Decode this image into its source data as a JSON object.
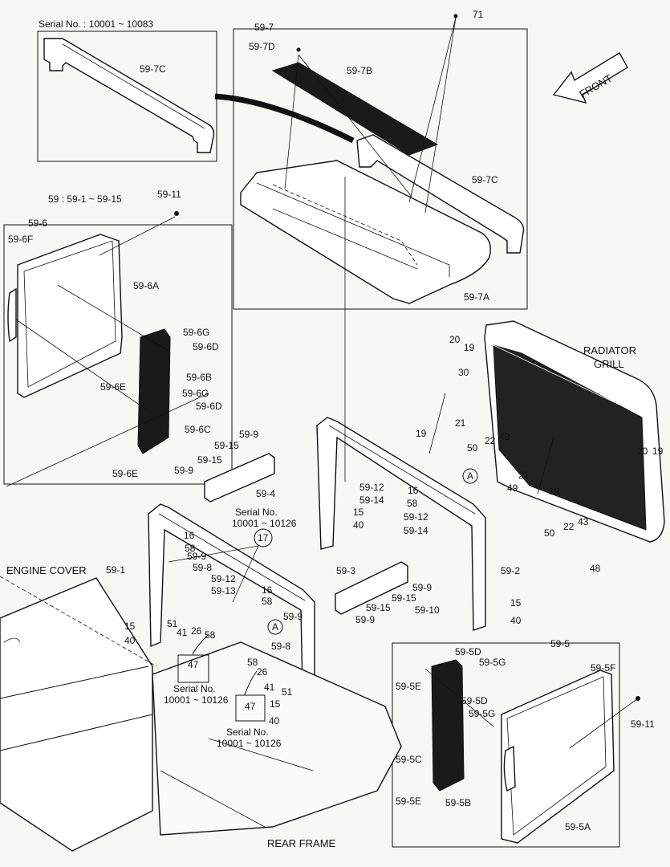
{
  "serial_top": "Serial No. : 10001 ~ 10083",
  "group_note": "59 : 59-1 ~ 59-15",
  "titles": {
    "radiator_grill_1": "RADIATOR",
    "radiator_grill_2": "GRILL",
    "front": "FRONT",
    "engine_cover": "ENGINE COVER",
    "rear_frame": "REAR FRAME"
  },
  "serial_notes": {
    "a_1": "Serial No.",
    "a_2": "10001 ~ 10126",
    "b_1": "Serial No.",
    "b_2": "10001 ~ 10126",
    "c_1": "Serial No.",
    "c_2": "10001 ~ 10126"
  },
  "callouts": {
    "c17": "17",
    "c47a": "47",
    "c47b": "47",
    "refA1": "A",
    "refA2": "A"
  },
  "labels": {
    "l59_7": "59-7",
    "l71": "71",
    "l59_7D": "59-7D",
    "l59_7B": "59-7B",
    "l59_7C_top": "59-7C",
    "l59_7C_b": "59-7C",
    "l59_7A": "59-7A",
    "l59_11_top": "59-11",
    "l59_6": "59-6",
    "l59_6F": "59-6F",
    "l59_6A": "59-6A",
    "l59_6G1": "59-6G",
    "l59_6D1": "59-6D",
    "l59_6B": "59-6B",
    "l59_6E1": "59-6E",
    "l59_6G2": "59-6G",
    "l59_6D2": "59-6D",
    "l59_6C": "59-6C",
    "l59_6E2": "59-6E",
    "l20a": "20",
    "l19a": "19",
    "l30": "30",
    "l21a": "21",
    "l19b": "19",
    "l50a": "50",
    "l22a": "22",
    "l43a": "43",
    "l49": "49",
    "l21b": "21",
    "l19c": "19",
    "l20b": "20",
    "l19d": "19",
    "l50b": "50",
    "l22b": "22",
    "l43b": "43",
    "l48": "48",
    "l59_9a": "59-9",
    "l59_15a": "59-15",
    "l59_15b": "59-15",
    "l59_9b": "59-9",
    "l59_4": "59-4",
    "l59_12a": "59-12",
    "l16a": "16",
    "l59_14a": "59-14",
    "l58a": "58",
    "l15a": "15",
    "l40a": "40",
    "l59_12b": "59-12",
    "l59_14b": "59-14",
    "l16b": "16",
    "l58b": "58",
    "l59_9c": "59-9",
    "l59_8a": "59-8",
    "l59_1": "59-1",
    "l59_12c": "59-12",
    "l59_13": "59-13",
    "l16c": "16",
    "l58c": "58",
    "l59_2": "59-2",
    "l59_3": "59-3",
    "l59_9d": "59-9",
    "l59_15c": "59-15",
    "l59_15d": "59-15",
    "l59_9e": "59-9",
    "l59_10": "59-10",
    "l15b": "15",
    "l40b": "40",
    "l15c": "15",
    "l40c": "40",
    "l51a": "51",
    "l41a": "41",
    "l26a": "26",
    "l58d": "58",
    "l59_9f": "59-9",
    "l59_8b": "59-8",
    "l58e": "58",
    "l26b": "26",
    "l41b": "41",
    "l51b": "51",
    "l15d": "15",
    "l40d": "40",
    "l59_5": "59-5",
    "l59_5D1": "59-5D",
    "l59_5G1": "59-5G",
    "l59_5F": "59-5F",
    "l59_5E1": "59-5E",
    "l59_5D2": "59-5D",
    "l59_5G2": "59-5G",
    "l59_11b": "59-11",
    "l59_5C": "59-5C",
    "l59_5E2": "59-5E",
    "l59_5B": "59-5B",
    "l59_5A": "59-5A"
  }
}
